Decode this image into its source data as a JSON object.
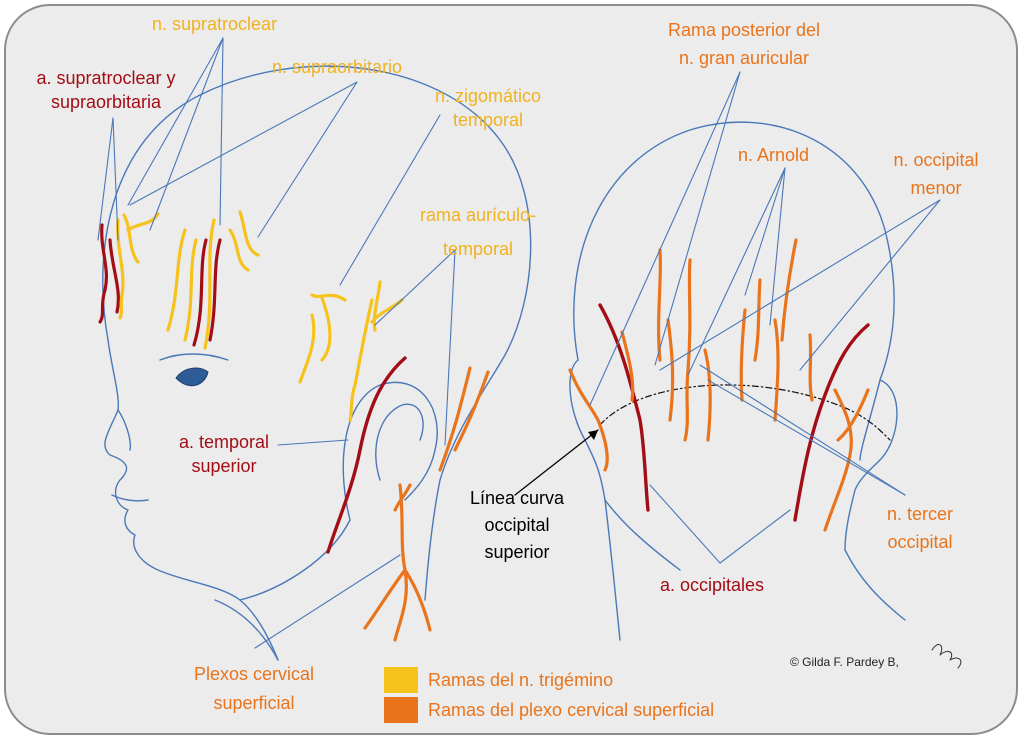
{
  "colors": {
    "artery": "#a30d16",
    "trigeminal": "#f6c21b",
    "cervical": "#e9741c",
    "outline": "#4a78b8"
  },
  "labels": {
    "supratroclear_nerve": "n. supratroclear",
    "arteries_line1": "a. supratroclear y",
    "arteries_line2": "supraorbitaria",
    "supraorbital_nerve": "n. supraorbitario",
    "zygomatic_line1": "n. zigomático",
    "zygomatic_line2": "temporal",
    "auriculo_line1": "rama aurículo-",
    "auriculo_line2": "temporal",
    "temporal_artery_line1": "a. temporal",
    "temporal_artery_line2": "superior",
    "great_auricular_line1": "Rama posterior del",
    "great_auricular_line2": "n. gran auricular",
    "arnold": "n. Arnold",
    "lesser_occipital_line1": "n. occipital",
    "lesser_occipital_line2": "menor",
    "nuchal_line1": "Línea curva",
    "nuchal_line2": "occipital",
    "nuchal_line3": "superior",
    "third_occipital_line1": "n. tercer",
    "third_occipital_line2": "occipital",
    "occipital_arteries": "a. occipitales",
    "cervical_plexus_line1": "Plexos cervical",
    "cervical_plexus_line2": "superficial"
  },
  "legend": {
    "trigeminal": "Ramas del n. trigémino",
    "cervical": "Ramas del plexo cervical superficial"
  },
  "credit": "© Gilda F. Pardey B,"
}
